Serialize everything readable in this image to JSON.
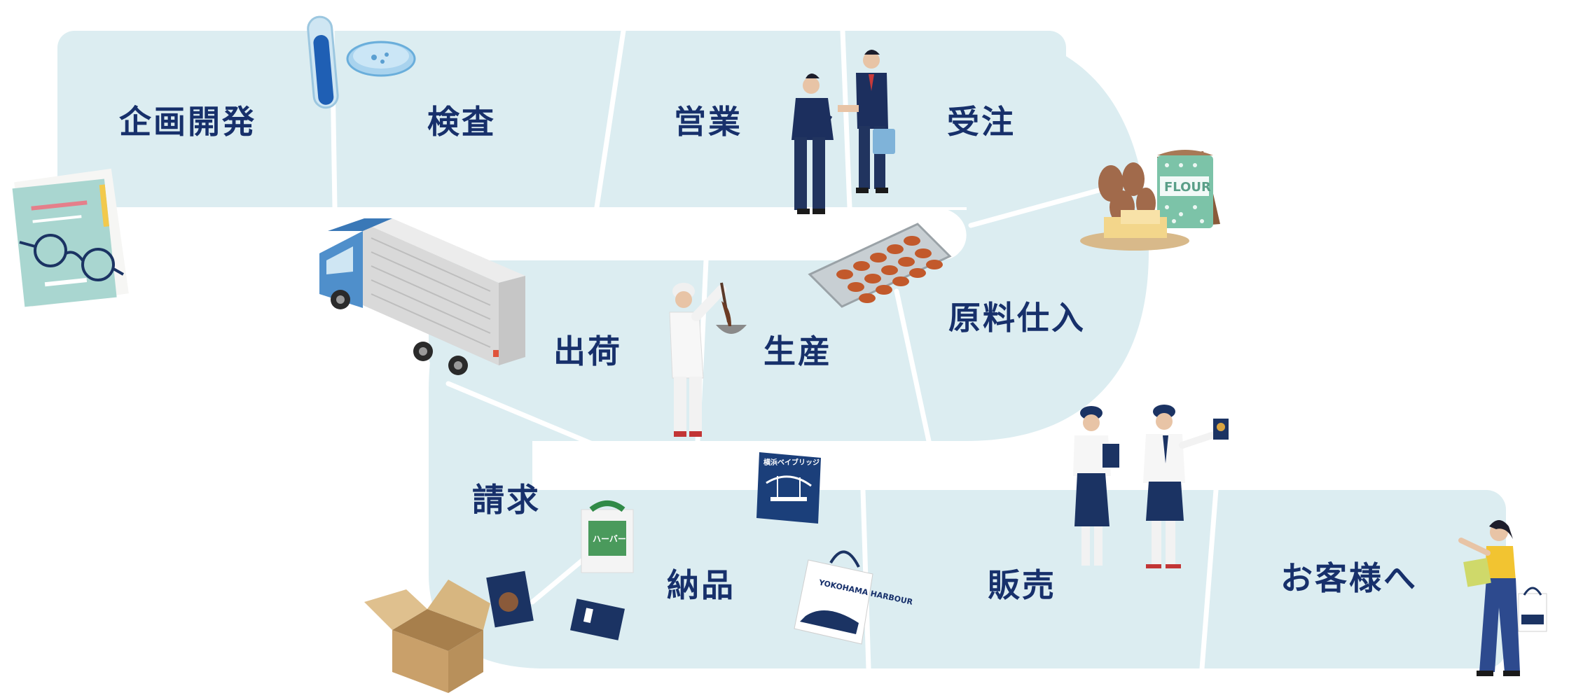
{
  "steps": [
    {
      "id": "planning",
      "label": "企画開発"
    },
    {
      "id": "inspection",
      "label": "検査"
    },
    {
      "id": "sales",
      "label": "営業"
    },
    {
      "id": "order",
      "label": "受注"
    },
    {
      "id": "procurement",
      "label": "原料仕入"
    },
    {
      "id": "production",
      "label": "生産"
    },
    {
      "id": "shipping",
      "label": "出荷"
    },
    {
      "id": "billing",
      "label": "請求"
    },
    {
      "id": "delivery",
      "label": "納品"
    },
    {
      "id": "retail",
      "label": "販売"
    },
    {
      "id": "customer",
      "label": "お客様へ"
    }
  ],
  "illustration_text": {
    "flour_bag": "FLOUR",
    "shopping_bag": "YOKOHAMA HARBOUR",
    "bridge_box": "横浜ベイブリッジ",
    "green_bag": "ハーバー"
  },
  "colors": {
    "path": "#dcedf1",
    "label": "#17306b",
    "navy": "#1b3363"
  }
}
